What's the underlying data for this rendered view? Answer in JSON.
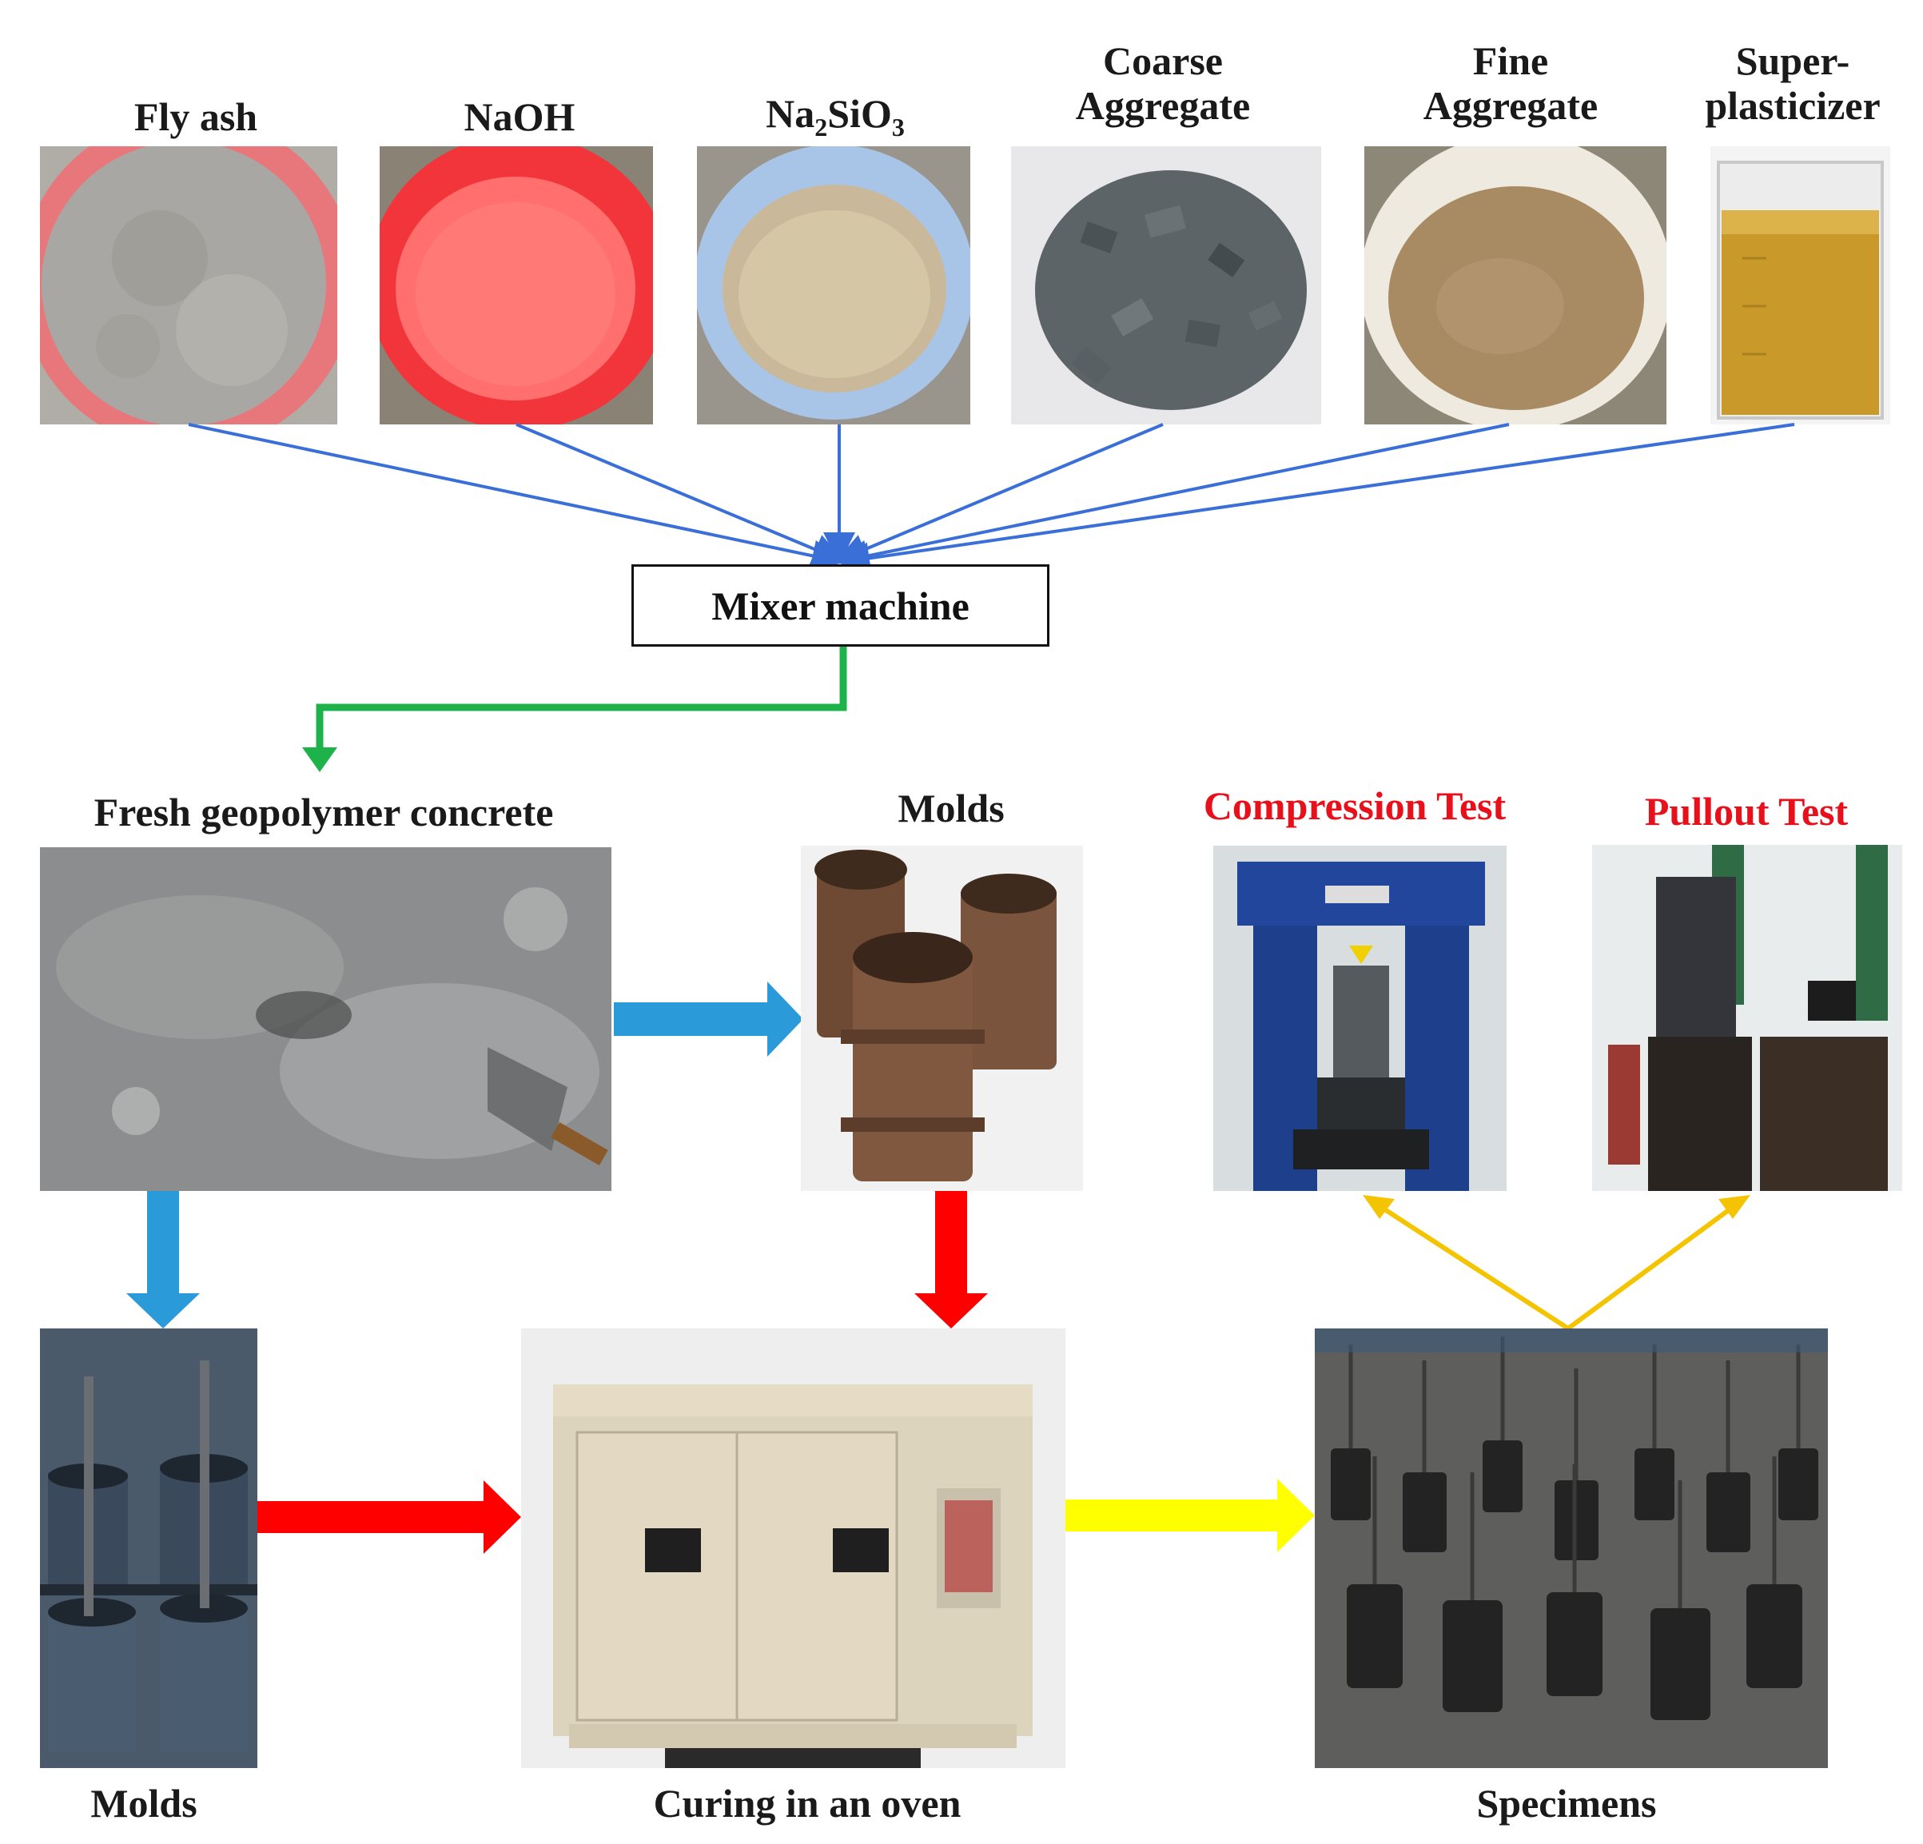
{
  "ingredients": {
    "fly_ash": "Fly ash",
    "naoh": "NaOH",
    "na2sio3": {
      "base": "Na",
      "sub1": "2",
      "mid": "SiO",
      "sub2": "3"
    },
    "coarse": {
      "line1": "Coarse",
      "line2": "Aggregate"
    },
    "fine": {
      "line1": "Fine",
      "line2": "Aggregate"
    },
    "superplasticizer": {
      "line1": "Super-",
      "line2": "plasticizer"
    }
  },
  "process": {
    "mixer": "Mixer machine",
    "fresh_concrete": "Fresh geopolymer concrete",
    "molds_top": "Molds",
    "compression_test": "Compression Test",
    "pullout_test": "Pullout Test",
    "molds_bottom": "Molds",
    "curing": "Curing in an oven",
    "specimens": "Specimens"
  },
  "colors": {
    "ingredient_arrows": "#3a6fd8",
    "mixer_arrow": "#1db34a",
    "cyan_arrow": "#2b9ad8",
    "red_arrow": "#ff0000",
    "yellow_arrow": "#ffff00",
    "gold_arrow": "#f5c400",
    "test_label": "#e8101a"
  }
}
